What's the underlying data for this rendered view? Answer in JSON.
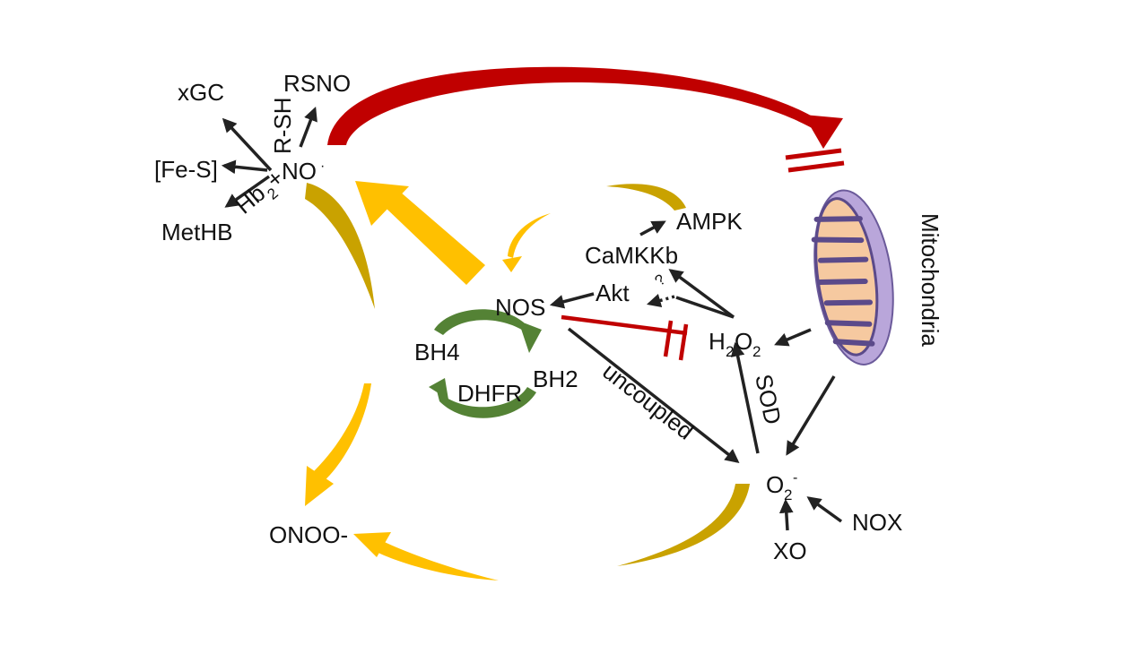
{
  "diagram": {
    "labels": {
      "xgc": "xGC",
      "rsno": "RSNO",
      "r_sh": "R-SH",
      "fe_s": "[Fe-S]",
      "no": "NO",
      "no_sup": "·",
      "hb_main": "Hb",
      "hb_sub": "2",
      "hb_sup": "+",
      "methb": "MetHB",
      "ampk": "AMPK",
      "camkkb": "CaMKKb",
      "akt": "Akt",
      "question": "?",
      "nos": "NOS",
      "bh4": "BH4",
      "bh2": "BH2",
      "dhfr": "DHFR",
      "h2o2_h": "H",
      "h2o2_2a": "2",
      "h2o2_o": "O",
      "h2o2_2b": "2",
      "mitochondria": "Mitochondria",
      "uncoupled": "uncoupled",
      "sod": "SOD",
      "o2_main": "O",
      "o2_sub": "2",
      "o2_sup": "-",
      "nox": "NOX",
      "xo": "XO",
      "onoo": "ONOO-"
    },
    "colors": {
      "yellow": "#FFC000",
      "gold": "#C9A200",
      "red": "#C00000",
      "green": "#548235",
      "arrow": "#222222",
      "mito_outer": "#9B84C4",
      "mito_inner": "#F6C9A0",
      "mito_cristae": "#5B4A8A"
    }
  }
}
